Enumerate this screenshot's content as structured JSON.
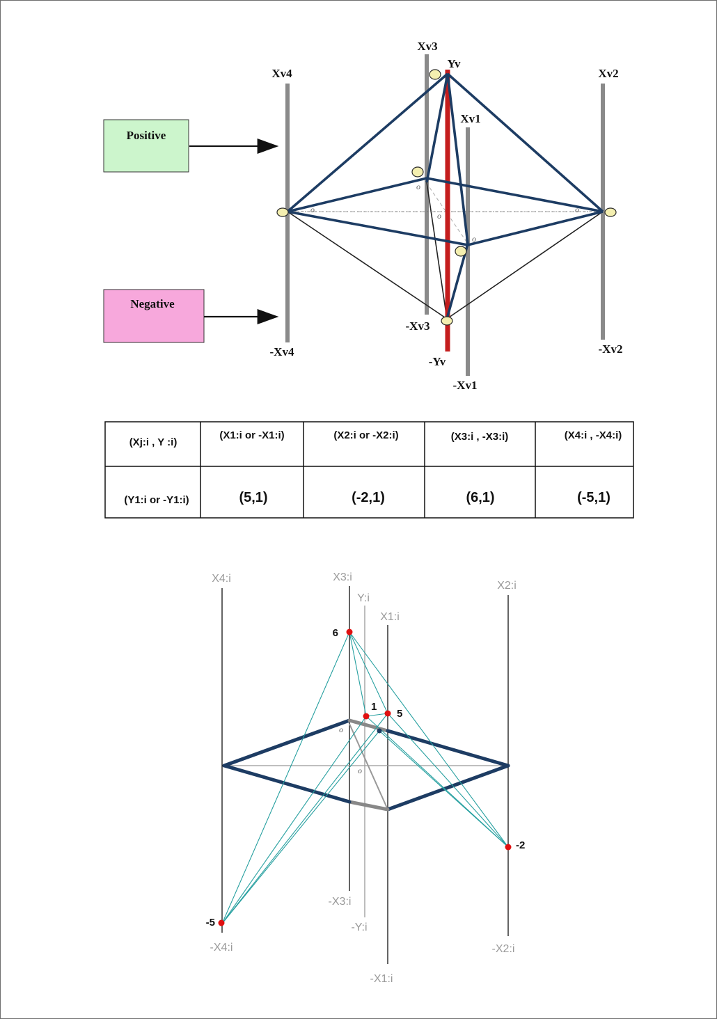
{
  "top_diagram": {
    "axes": {
      "xv4": "Xv4",
      "neg_xv4": "-Xv4",
      "xv3": "Xv3",
      "neg_xv3": "-Xv3",
      "yv": "Yv",
      "neg_yv": "-Yv",
      "xv1": "Xv1",
      "neg_xv1": "-Xv1",
      "xv2": "Xv2",
      "neg_xv2": "-Xv2"
    },
    "positive_box": "Positive",
    "negative_box": "Negative",
    "colors": {
      "positive": "#ccf5cc",
      "negative": "#f7a8dc",
      "yv_axis": "#c41d1d",
      "edges": "#1d3c63"
    }
  },
  "table": {
    "header": [
      "(Xj:i ,  Y :i)",
      "(X1:i or -X1:i)",
      "(X2:i or -X2:i)",
      "(X3:i , -X3:i)",
      "(X4:i , -X4:i)"
    ],
    "row": [
      "(Y1:i or -Y1:i)",
      "(5,1)",
      "(-2,1)",
      "(6,1)",
      "(-5,1)"
    ]
  },
  "bottom_diagram": {
    "axes": {
      "x4": "X4:i",
      "neg_x4": "-X4:i",
      "x3": "X3:i",
      "neg_x3": "-X3:i",
      "y": "Y:i",
      "neg_y": "-Y:i",
      "x1": "X1:i",
      "neg_x1": "-X1:i",
      "x2": "X2:i",
      "neg_x2": "-X2:i"
    },
    "points": {
      "x3": "6",
      "y": "1",
      "x1": "5",
      "x2": "-2",
      "x4": "-5"
    },
    "colors": {
      "points": "#e01010",
      "lines": "#27a0a0"
    }
  }
}
